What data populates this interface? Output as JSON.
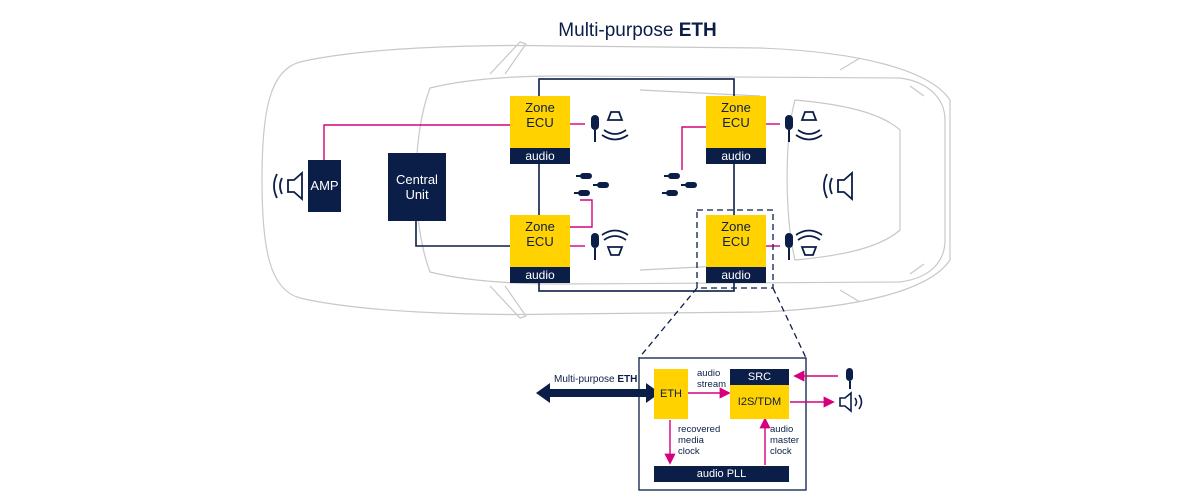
{
  "title": {
    "prefix": "Multi-purpose ",
    "bold": "ETH"
  },
  "zone_ecu": {
    "label_line1": "Zone",
    "label_line2": "ECU",
    "footer": "audio"
  },
  "amp": "AMP",
  "central_unit": {
    "line1": "Central",
    "line2": "Unit"
  },
  "detail": {
    "eth_bus": {
      "prefix": "Multi-purpose ",
      "bold": "ETH"
    },
    "eth_block": "ETH",
    "src_block": "SRC",
    "i2s_block": "I2S/TDM",
    "pll_block": "audio PLL",
    "audio_stream": [
      "audio",
      "stream"
    ],
    "recovered_clock": [
      "recovered",
      "media",
      "clock"
    ],
    "master_clock": [
      "audio",
      "master",
      "clock"
    ]
  },
  "colors": {
    "navy": "#0b1e48",
    "yellow": "#ffd200",
    "magenta": "#d6007e",
    "car_outline": "#c8c8c8"
  }
}
